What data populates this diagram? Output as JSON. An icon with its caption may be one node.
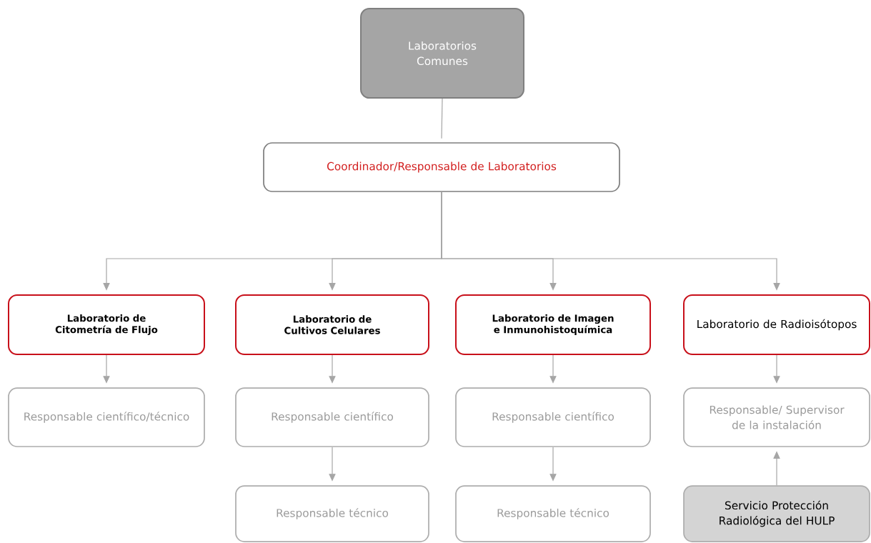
{
  "diagram": {
    "nodes": [
      {
        "text": [
          "Laboratorios Comunes"
        ]
      },
      {
        "text": [
          "Coordinador/Responsable de Laboratorios"
        ]
      },
      {
        "text": [
          "Laboratorio de Citometría de Flujo"
        ]
      },
      {
        "text": [
          "Laboratorio de Cultivos Celulares"
        ]
      },
      {
        "text": [
          "Laboratorio de Imagen e Inmunohistoquímica"
        ]
      },
      {
        "text": [
          "Laboratorio de Radioisótopos"
        ]
      },
      {
        "text": [
          "Responsable científico/técnico"
        ]
      },
      {
        "text": [
          "Responsable científico"
        ]
      },
      {
        "text": [
          "Responsable científico"
        ]
      },
      {
        "text": [
          "Responsable/ Supervisor de la instalación"
        ]
      },
      {
        "text": [
          "Responsable técnico"
        ]
      },
      {
        "text": [
          "Responsable técnico"
        ]
      },
      {
        "text": [
          "Servicio Protección Radiológica del HULP"
        ]
      }
    ],
    "edges": [
      {
        "from": 0,
        "to": 1,
        "arrow": "none"
      },
      {
        "from": 1,
        "to": 2,
        "arrow": "to"
      },
      {
        "from": 1,
        "to": 3,
        "arrow": "to"
      },
      {
        "from": 1,
        "to": 4,
        "arrow": "to"
      },
      {
        "from": 1,
        "to": 5,
        "arrow": "to"
      },
      {
        "from": 2,
        "to": 6,
        "arrow": "to"
      },
      {
        "from": 3,
        "to": 7,
        "arrow": "to"
      },
      {
        "from": 4,
        "to": 8,
        "arrow": "to"
      },
      {
        "from": 5,
        "to": 9,
        "arrow": "to"
      },
      {
        "from": 7,
        "to": 10,
        "arrow": "to"
      },
      {
        "from": 8,
        "to": 11,
        "arrow": "to"
      },
      {
        "from": 12,
        "to": 9,
        "arrow": "to"
      }
    ]
  }
}
